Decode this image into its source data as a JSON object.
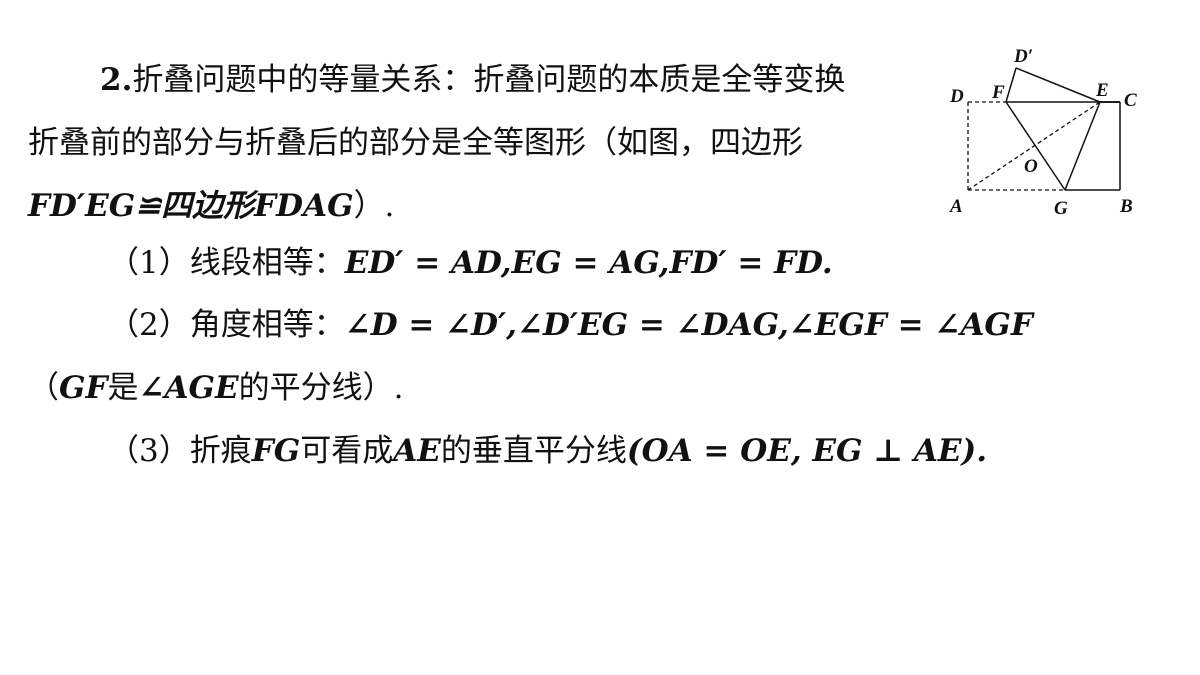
{
  "heading": {
    "number": "2.",
    "title": "折叠问题中的等量关系：折叠问题的本质是全等变换",
    "line2": "折叠前的部分与折叠后的部分是全等图形（如图，四边形",
    "line3_math": "FD′EG≌四边形FDAG",
    "line3_end": "）."
  },
  "items": [
    {
      "label": "（1）线段相等：",
      "math": "ED′ = AD,EG = AG,FD′ = FD."
    },
    {
      "label": "（2）角度相等：",
      "math": "∠D = ∠D′,∠D′EG = ∠DAG,∠EGF = ∠AGF"
    },
    {
      "cont_open": "（",
      "cont_math": "GF",
      "cont_text1": "是",
      "cont_math2": "∠AGE",
      "cont_text2": "的平分线）."
    },
    {
      "label": "（3）折痕",
      "math1": "FG",
      "text1": "可看成",
      "math2": "AE",
      "text2": "的垂直平分线",
      "math3": "(OA = OE, EG ⊥ AE)."
    }
  ],
  "diagram_labels": {
    "D_prime": "D′",
    "D": "D",
    "F": "F",
    "E": "E",
    "C": "C",
    "O": "O",
    "A": "A",
    "G": "G",
    "B": "B"
  }
}
